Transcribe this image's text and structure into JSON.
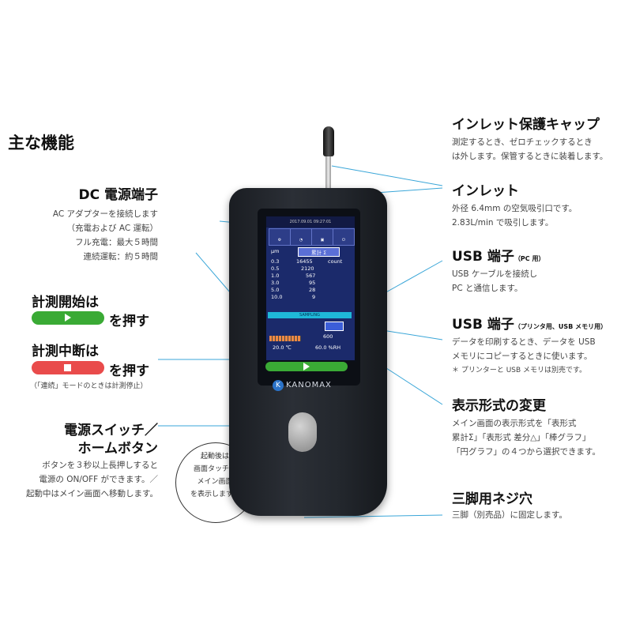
{
  "heading": "主な機能",
  "left": {
    "dc": {
      "title": "DC 電源端子",
      "lines": [
        "AC アダプターを接続します",
        "（充電および AC 運転）",
        "フル充電：最大５時間",
        "連続運転：約５時間"
      ]
    },
    "start": {
      "title": "計測開始は",
      "action": "を押す",
      "color": "#3aaa35"
    },
    "stop": {
      "title": "計測中断は",
      "action": "を押す",
      "note": "（「連続」モードのときは計測停止）",
      "color": "#e94b4b"
    },
    "power": {
      "title1": "電源スイッチ／",
      "title2": "ホームボタン",
      "lines": [
        "ボタンを３秒以上長押しすると",
        "電源の ON/OFF ができます。／",
        "起動中はメイン画面へ移動します。"
      ]
    }
  },
  "bubble": {
    "lines": [
      "起動後は",
      "画面タッチで",
      "メイン画面",
      "を表示します。"
    ]
  },
  "right": {
    "cap": {
      "title": "インレット保護キャップ",
      "lines": [
        "測定するとき、ゼロチェックするとき",
        "は外します。保管するときに装着します。"
      ]
    },
    "inlet": {
      "title": "インレット",
      "lines": [
        "外径 6.4mm の空気吸引口です。",
        "2.83L/min で吸引します。"
      ]
    },
    "usb_pc": {
      "title": "USB 端子",
      "sub": "（PC 用）",
      "lines": [
        "USB ケーブルを接続し",
        "PC と通信します。"
      ]
    },
    "usb_mem": {
      "title": "USB 端子",
      "sub": "（プリンタ用、USB メモリ用）",
      "lines": [
        "データを印刷するとき、データを USB",
        "メモリにコピーするときに使います。",
        "＊ プリンターと USB メモリは別売です。"
      ]
    },
    "display": {
      "title": "表示形式の変更",
      "lines": [
        "メイン画面の表示形式を「表形式",
        "累計Σ」「表形式 差分△」「棒グラフ」",
        "「円グラフ」の４つから選択できます。"
      ]
    },
    "tripod": {
      "title": "三脚用ネジ穴",
      "lines": [
        "三脚（別売品）に固定します。"
      ]
    }
  },
  "device": {
    "brand": "KANOMAX",
    "screen": {
      "datetime": "2017.09.01 09:27:01",
      "unit": "μm",
      "mode": "累計 Σ",
      "count_unit": "count",
      "rows": [
        [
          "0.3",
          "16455"
        ],
        [
          "0.5",
          "2120"
        ],
        [
          "1.0",
          "567"
        ],
        [
          "3.0",
          "95"
        ],
        [
          "5.0",
          "28"
        ],
        [
          "10.0",
          "9"
        ]
      ],
      "status": "SAMPLING",
      "flow": "600",
      "temp": "20.0 ℃",
      "humidity": "60.0 %RH"
    }
  }
}
